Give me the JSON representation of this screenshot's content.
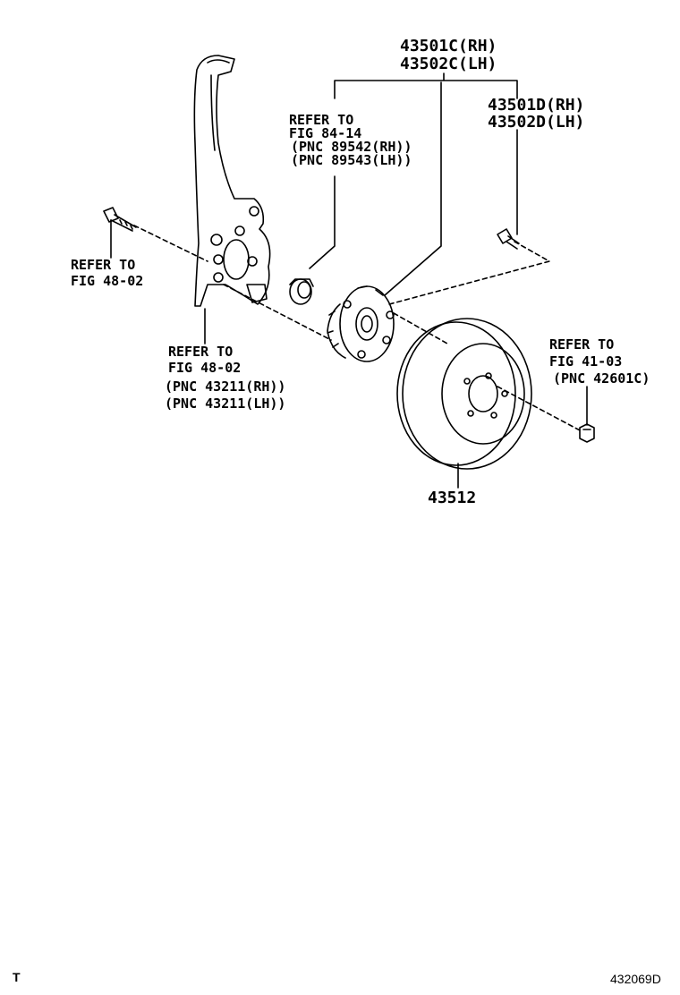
{
  "callouts": {
    "hub_assembly": {
      "line1": "43501C(RH)",
      "line2": "43502C(LH)"
    },
    "hub_bolt": {
      "line1": "43501D(RH)",
      "line2": "43502D(LH)"
    },
    "fig84": {
      "line1": "REFER TO",
      "line2": "FIG 84-14",
      "line3": "(PNC 89542(RH))",
      "line4": "(PNC 89543(LH))"
    },
    "knuckle_bolt": {
      "line1": "REFER TO",
      "line2": "FIG 48-02"
    },
    "knuckle": {
      "line1": "REFER TO",
      "line2": "FIG 48-02",
      "line3": "(PNC 43211(RH))",
      "line4": "(PNC 43211(LH))"
    },
    "nut": {
      "line1": "REFER TO",
      "line2": "FIG 41-03",
      "line3": "(PNC 42601C)"
    },
    "disc": {
      "line1": "43512"
    }
  },
  "footer": {
    "left": "T",
    "right": "432069D"
  },
  "icons": [
    "steering-knuckle-icon",
    "bolt-icon",
    "sensor-cap-icon",
    "hub-bearing-icon",
    "hub-bolt-icon",
    "brake-disc-icon",
    "nut-icon"
  ]
}
